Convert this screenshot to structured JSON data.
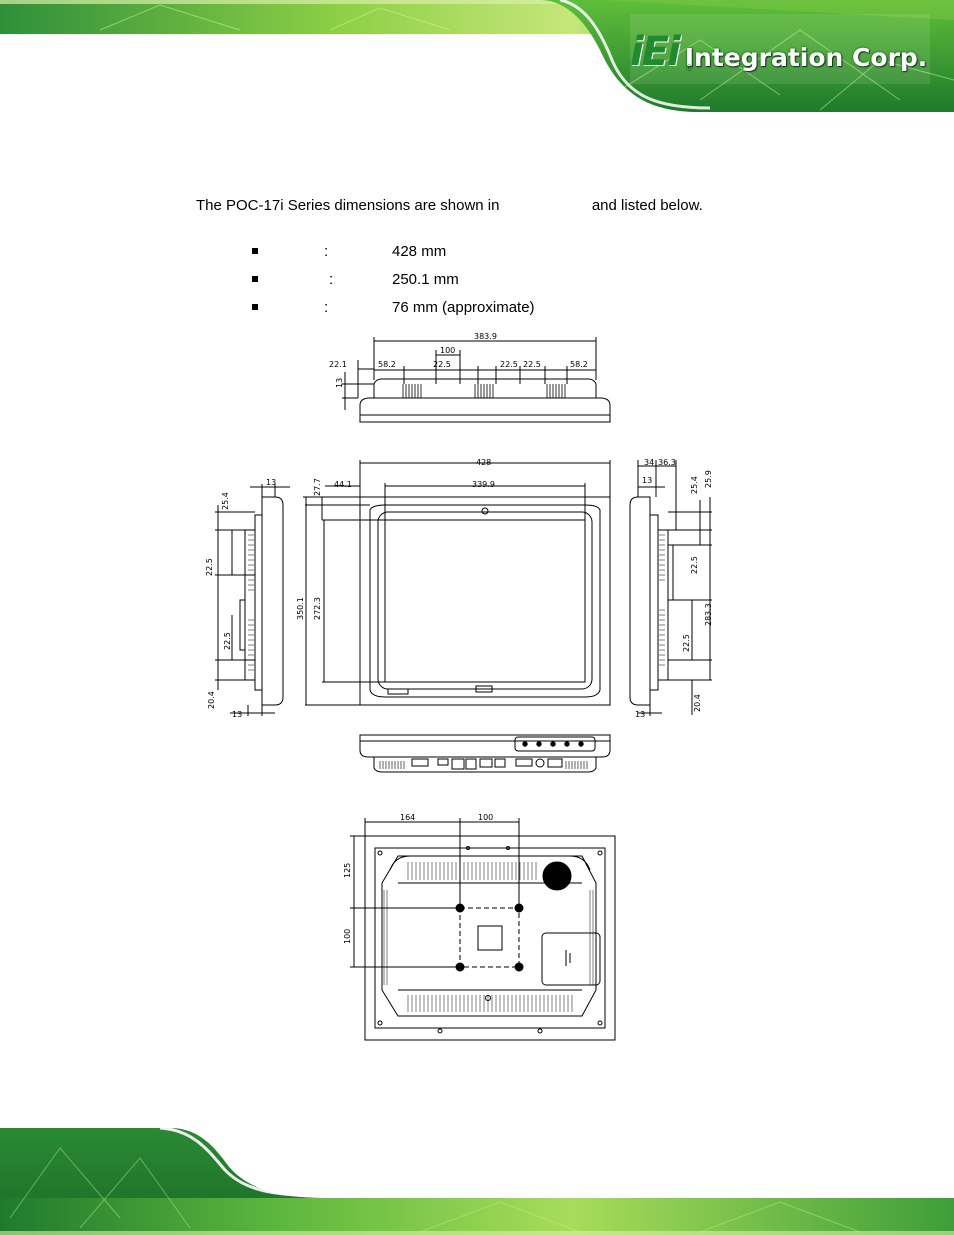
{
  "header": {
    "logo_mark": "iEi",
    "logo_text": "Integration Corp.",
    "logo_registered": "®"
  },
  "intro": {
    "before": "The POC-17i Series dimensions are shown in",
    "after": "and listed below."
  },
  "dimensions": [
    {
      "colon": ":",
      "value": "428 mm"
    },
    {
      "colon": ":",
      "value": "250.1 mm"
    },
    {
      "colon": ":",
      "value": "76 mm (approximate)"
    }
  ],
  "drawing_labels": {
    "top": [
      "383.9",
      "22.1",
      "58.2",
      "100",
      "22.5",
      "22.5",
      "22.5",
      "58.2",
      "13"
    ],
    "front": [
      "428",
      "44.1",
      "339.9",
      "27.7",
      "350.1",
      "272.3"
    ],
    "left": [
      "13",
      "25.4",
      "22.5",
      "22.5",
      "20.4",
      "13"
    ],
    "right": [
      "34",
      "36.3",
      "13",
      "25.4",
      "25.9",
      "22.5",
      "283.3",
      "22.5",
      "20.4",
      "13"
    ],
    "rear": [
      "164",
      "100",
      "125",
      "100"
    ]
  },
  "colors": {
    "brand_green": "#1f8a2f",
    "header_green_light": "#9bd54a",
    "header_green_dark": "#2f8f3a"
  }
}
